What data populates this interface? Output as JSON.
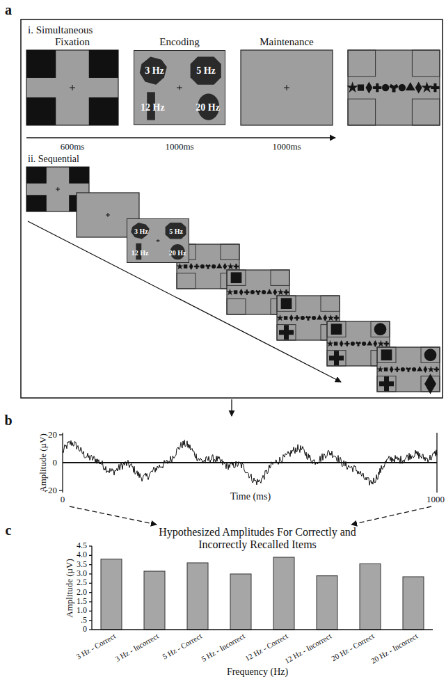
{
  "diagram": {
    "nodes": [
      {
        "text": [
          "3 Hz",
          "5 Hz",
          "12 Hz",
          "20 Hz"
        ]
      },
      {
        "text": [
          "3 Hz",
          "5 Hz",
          "12 Hz",
          "20 Hz"
        ]
      }
    ],
    "labels": [
      "a",
      "i. Simultaneous",
      "Fixation",
      "Encoding",
      "Maintenance",
      "600ms",
      "1000ms",
      "1000ms",
      "ii. Sequential",
      "b",
      "20",
      "Amplitude (µV)",
      "0",
      "-20",
      "Time (ms)",
      "0",
      "1000",
      "c",
      "Hypothesized Amplitudes For Correctly and Incorrectly Recalled Items",
      "Amplitude (µV)",
      "4.5",
      "4.0",
      "3.5",
      "3.0",
      "2.5",
      "2.0",
      "1.5",
      "1.0",
      ".5",
      "0",
      "3 Hz - Correct",
      "3 Hz - Incorrect",
      "5 Hz - Correct",
      "5 Hz - Incorrect",
      "12 Hz - Correct",
      "12 Hz - Incorrect",
      "20 Hz - Correct",
      "20 Hz - Incorrect",
      "Frequency (Hz)"
    ]
  }
}
